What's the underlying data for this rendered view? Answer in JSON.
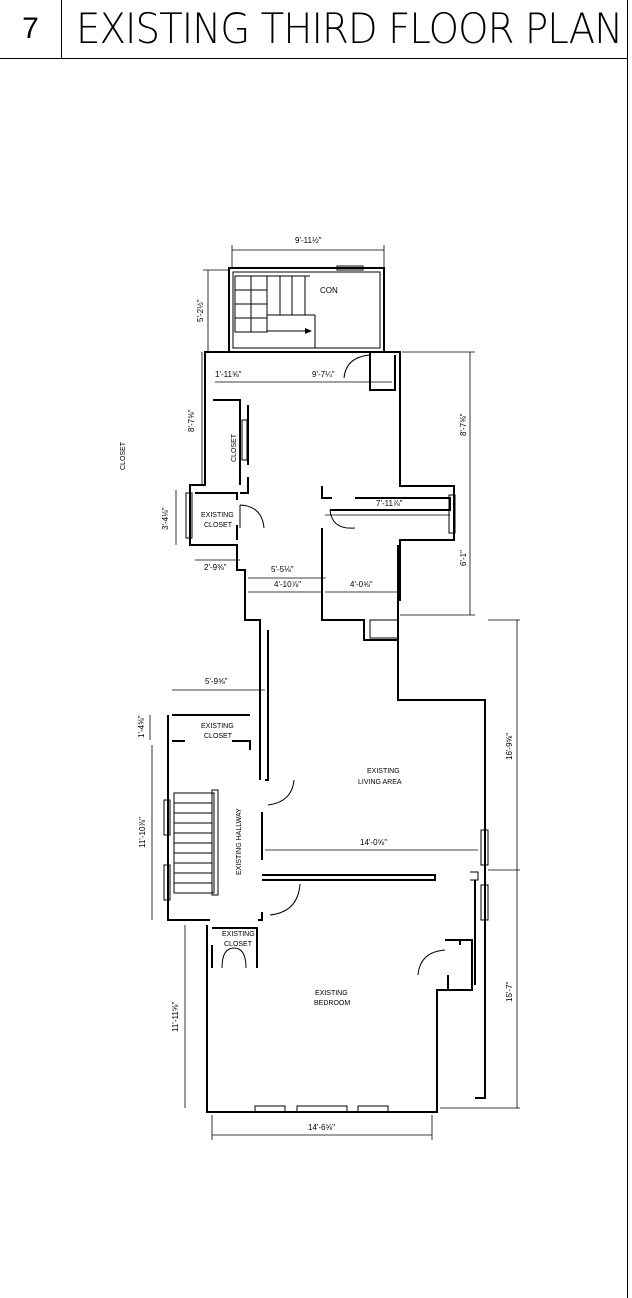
{
  "sheet": {
    "number": "7",
    "title": "EXISTING THIRD FLOOR PLAN"
  },
  "rooms": {
    "con": "CON",
    "closet_upper": "CLOSET",
    "closet_outside": "CLOSET",
    "existing_closet_1a": "EXISTING",
    "existing_closet_1b": "CLOSET",
    "existing_closet_2a": "EXISTING",
    "existing_closet_2b": "CLOSET",
    "existing_closet_3a": "EXISTING",
    "existing_closet_3b": "CLOSET",
    "living_a": "EXISTING",
    "living_b": "LIVING AREA",
    "hallway": "EXISTING HALLWAY",
    "bedroom_a": "EXISTING",
    "bedroom_b": "BEDROOM"
  },
  "dimensions": {
    "d1": "9'-11½\"",
    "d2": "5'-2½\"",
    "d3": "1'-11⅝\"",
    "d4": "9'-7¼\"",
    "d5": "8'-7⅝\"",
    "d6": "8'-7⅝\"",
    "d7": "3'-4⅛\"",
    "d8": "7'-11⅞\"",
    "d9": "2'-9⅜\"",
    "d10": "5'-5⅛\"",
    "d11": "4'-10⅞\"",
    "d12": "4'-0⅝\"",
    "d13": "6'-1\"",
    "d14": "5'-9⅝\"",
    "d15": "1'-4⅝\"",
    "d16": "16'-9⅝\"",
    "d17": "11'-10⅞\"",
    "d18": "14'-0⅝\"",
    "d19": "11'-11⅝\"",
    "d20": "15'-7\"",
    "d21": "14'-6⅝\""
  }
}
